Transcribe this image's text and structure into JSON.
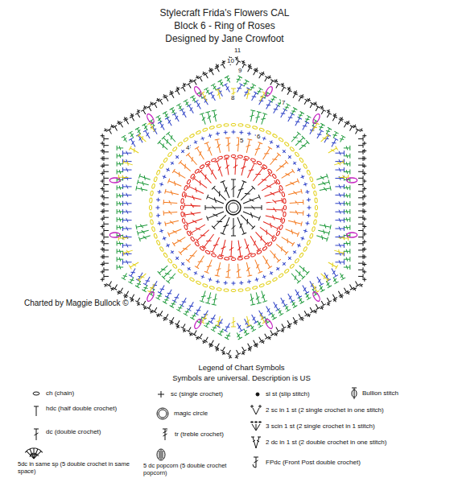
{
  "diagram": {
    "title": "Stylecraft Frida's Flowers CAL",
    "labels": [
      "Block 6 - Ring of Roses",
      "Designed by Jane Crowfoot",
      "11",
      "10",
      "9",
      "8",
      "7",
      "6",
      "5",
      "4",
      "Charted by Maggie Bullock ©",
      "Legend of Chart Symbols",
      "Symbols are universal. Description is US"
    ],
    "legend": [
      {
        "text": "ch (chain)"
      },
      {
        "text": "hdc (half double crochet)"
      },
      {
        "text": "dc (double crochet)"
      },
      {
        "text": "5dc in same sp (5 double crochet in same space)"
      },
      {
        "text": "sc (single crochet)"
      },
      {
        "text": "magic circle"
      },
      {
        "text": "tr (treble crochet)"
      },
      {
        "text": "5 dc popcorn (5 double crochet popcorn)"
      },
      {
        "text": "sl st (slip stitch)"
      },
      {
        "text": "2 sc in 1 st (2 single crochet in one stitch)"
      },
      {
        "text": "3 scin 1 st (2 single crochet in 1 stitch)"
      },
      {
        "text": "2 dc in 1 st (2 double crochet in one stitch)"
      },
      {
        "text": "FPdc (Front Post double crochet)"
      },
      {
        "text": "Bullion stitch"
      }
    ]
  }
}
